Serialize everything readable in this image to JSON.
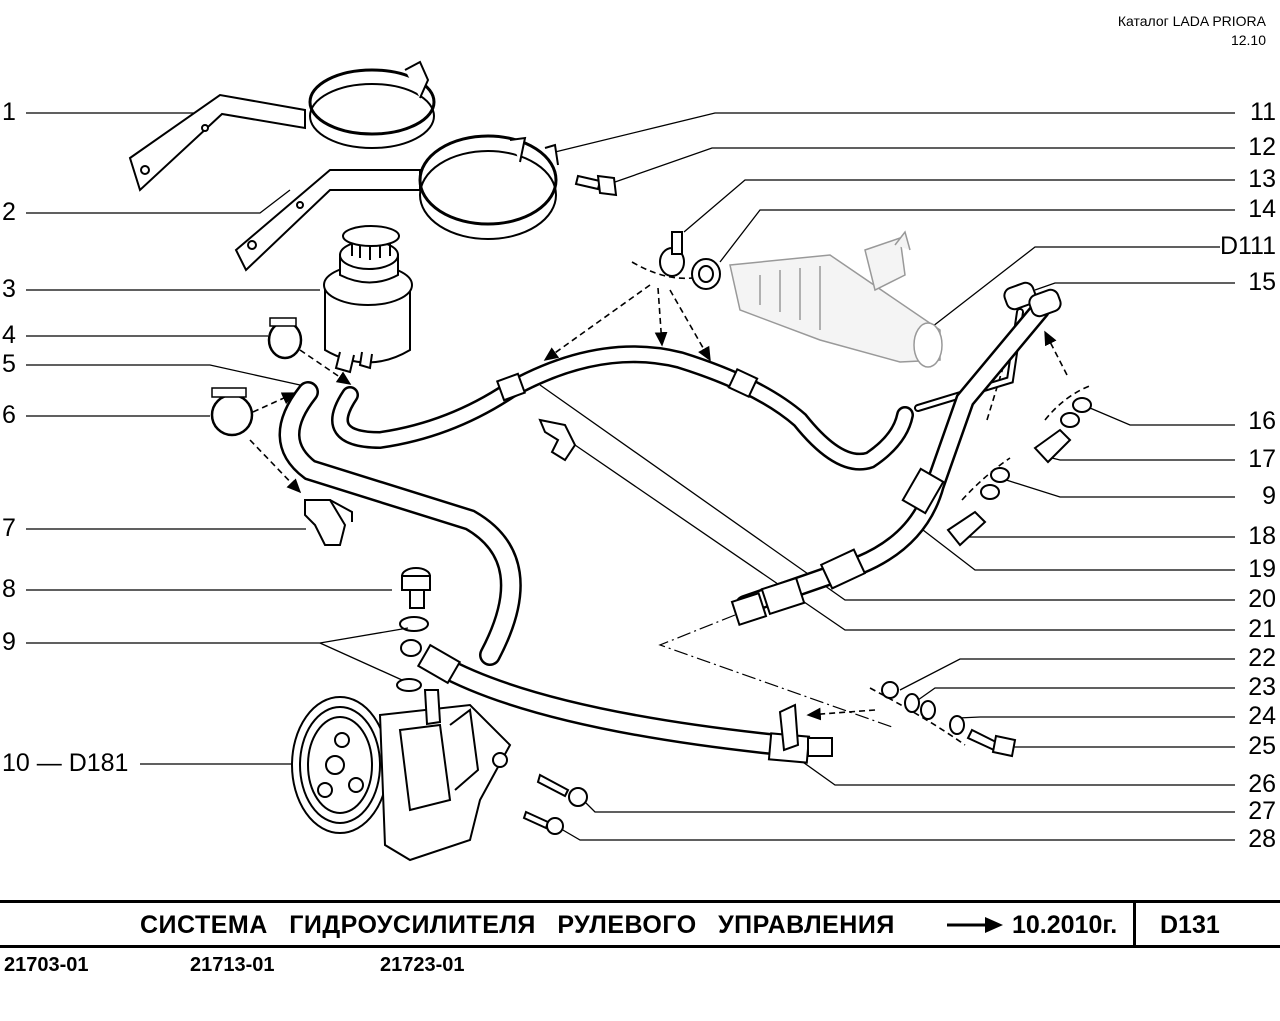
{
  "catalog": {
    "name": "Каталог LADA PRIORA",
    "edition": "12.10"
  },
  "callouts_left": [
    "1",
    "2",
    "3",
    "4",
    "5",
    "6",
    "7",
    "8",
    "9",
    "10 — D181"
  ],
  "callouts_right": [
    "11",
    "12",
    "13",
    "14",
    "D111",
    "15",
    "16",
    "17",
    "9",
    "18",
    "19",
    "20",
    "21",
    "22",
    "23",
    "24",
    "25",
    "26",
    "27",
    "28"
  ],
  "footer": {
    "title": "СИСТЕМА ГИДРОУСИЛИТЕЛЯ РУЛЕВОГО УПРАВЛЕНИЯ",
    "date": "10.2010г.",
    "code": "D131"
  },
  "models": [
    "21703-01",
    "21713-01",
    "21723-01"
  ]
}
